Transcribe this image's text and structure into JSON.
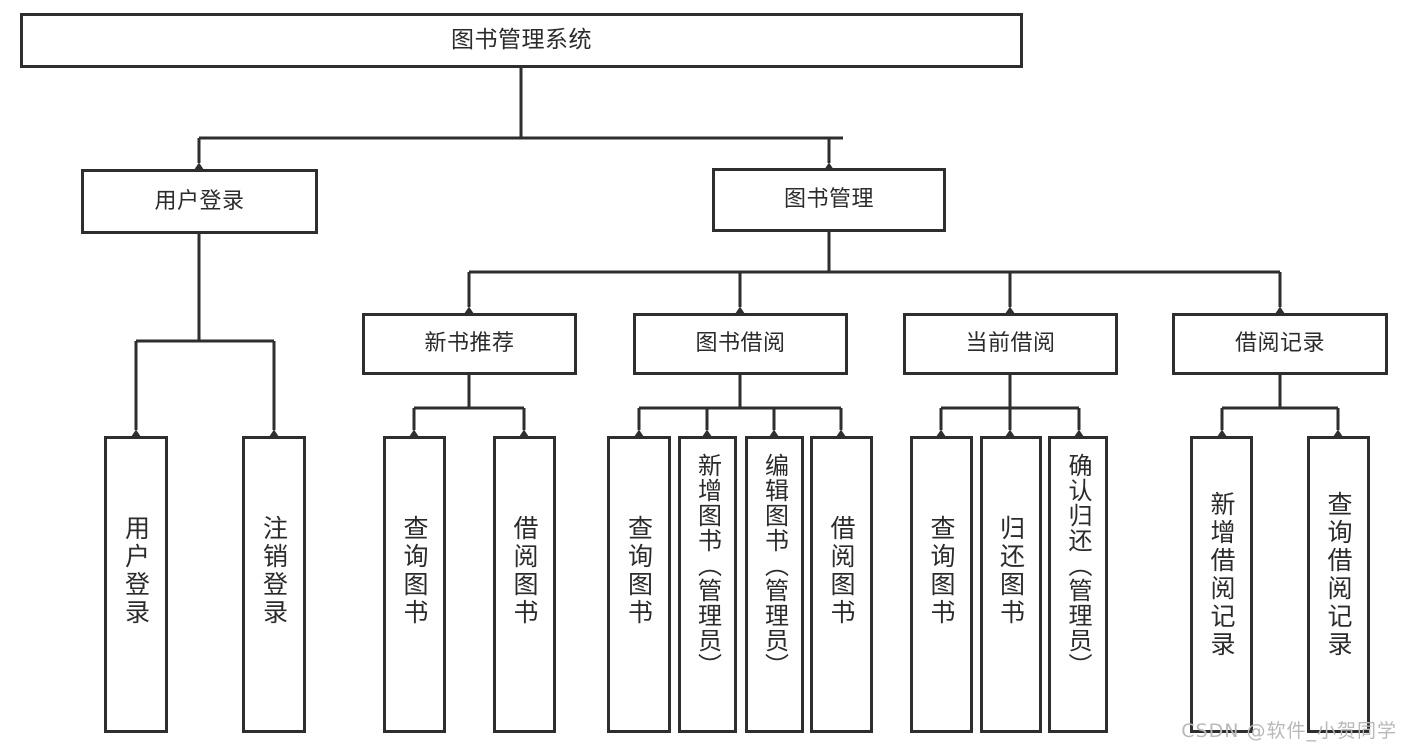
{
  "diagram": {
    "title": "图书管理系统",
    "type": "tree",
    "watermark": "CSDN @软件_小贺同学",
    "colors": {
      "box_border": "#2e2e2e",
      "box_fill": "#ffffff",
      "text": "#2b2b2b",
      "edge": "#2e2e2e",
      "watermark": "#b9b9b9",
      "background": "#ffffff"
    },
    "nodes": {
      "root": {
        "label": "图书管理系统"
      },
      "level1": [
        {
          "id": "user-login",
          "label": "用户登录"
        },
        {
          "id": "book-manage",
          "label": "图书管理"
        }
      ],
      "level2": [
        {
          "id": "new-book-recommend",
          "label": "新书推荐"
        },
        {
          "id": "book-borrow",
          "label": "图书借阅"
        },
        {
          "id": "current-borrow",
          "label": "当前借阅"
        },
        {
          "id": "borrow-record",
          "label": "借阅记录"
        }
      ],
      "leaves": {
        "user-login": [
          {
            "id": "leaf-user-login",
            "label": "用户登录"
          },
          {
            "id": "leaf-logout-login",
            "label": "注销登录"
          }
        ],
        "new-book-recommend": [
          {
            "id": "leaf-query-book-1",
            "label": "查询图书"
          },
          {
            "id": "leaf-borrow-book-1",
            "label": "借阅图书"
          }
        ],
        "book-borrow": [
          {
            "id": "leaf-query-book-2",
            "label": "查询图书"
          },
          {
            "id": "leaf-add-book",
            "label": "新增图书（管理员）"
          },
          {
            "id": "leaf-edit-book",
            "label": "编辑图书（管理员）"
          },
          {
            "id": "leaf-borrow-book-2",
            "label": "借阅图书"
          }
        ],
        "current-borrow": [
          {
            "id": "leaf-query-book-3",
            "label": "查询图书"
          },
          {
            "id": "leaf-return-book",
            "label": "归还图书"
          },
          {
            "id": "leaf-confirm-return",
            "label": "确认归还（管理员）"
          }
        ],
        "borrow-record": [
          {
            "id": "leaf-add-record",
            "label": "新增借阅记录"
          },
          {
            "id": "leaf-query-record",
            "label": "查询借阅记录"
          }
        ]
      }
    }
  }
}
